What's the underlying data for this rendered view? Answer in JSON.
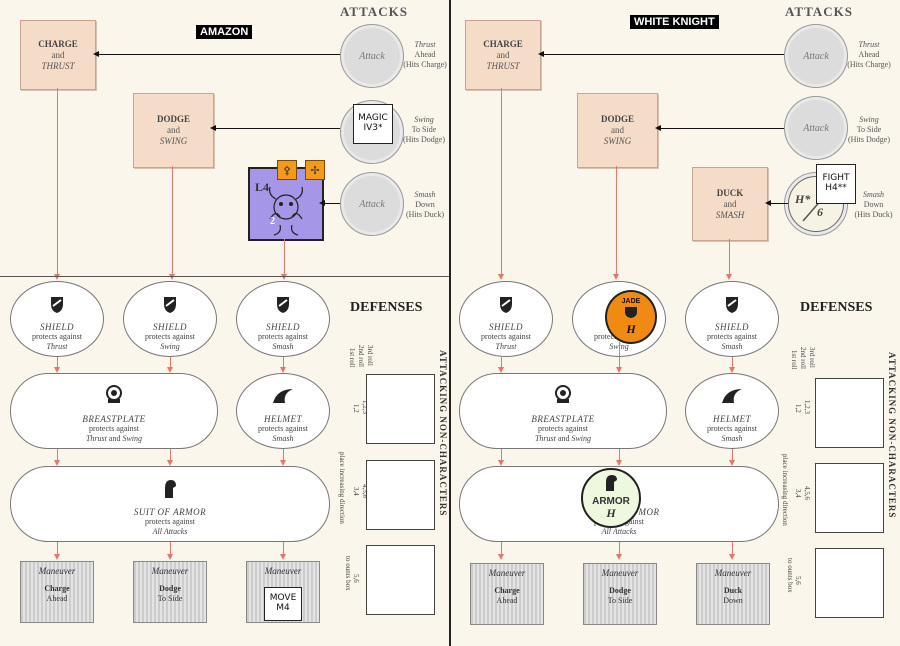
{
  "amazon": {
    "side_label": "AMAZON",
    "attacks_title": "ATTACKS",
    "defenses_title": "DEFENSES",
    "attacking_title": "ATTACKING NON-CHARACTERS",
    "box_charge": {
      "top": "CHARGE",
      "mid": "and",
      "bot": "THRUST"
    },
    "box_dodge": {
      "top": "DODGE",
      "mid": "and",
      "bot": "SWING"
    },
    "attack1": {
      "label": "Attack",
      "desc1": "Thrust",
      "desc2": "Ahead",
      "desc3": "(Hits Charge)"
    },
    "attack2": {
      "desc1": "Swing",
      "desc2": "To Side",
      "desc3": "(Hits Dodge)"
    },
    "attack3": {
      "label": "Attack",
      "desc1": "Smash",
      "desc2": "Down",
      "desc3": "(Hits Duck)"
    },
    "magic_counter": {
      "line1": "MAGIC",
      "line2": "IV3*"
    },
    "monster": {
      "label": "L4",
      "num": "2"
    },
    "shield1": {
      "name": "SHIELD",
      "prot": "protects against",
      "vs": "Thrust"
    },
    "shield2": {
      "name": "SHIELD",
      "prot": "protects against",
      "vs": "Swing"
    },
    "shield3": {
      "name": "SHIELD",
      "prot": "protects against",
      "vs": "Smash"
    },
    "breastplate": {
      "name": "BREASTPLATE",
      "prot": "protects against",
      "vs1": "Thrust",
      "and": "and",
      "vs2": "Swing"
    },
    "helmet": {
      "name": "HELMET",
      "prot": "protects against",
      "vs": "Smash"
    },
    "armor": {
      "name": "SUIT OF ARMOR",
      "prot": "protects against",
      "vs": "All Attacks"
    },
    "rolls": {
      "r1": "1st roll",
      "r2": "2nd roll",
      "r3": "3rd roll",
      "a": "1,2",
      "b": "1,2,3",
      "c": "3,4",
      "d": "4,5,6",
      "e": "5,6",
      "place": "place increasing direction",
      "to": "to ounts box"
    },
    "man1": {
      "title": "Maneuver",
      "a1": "Charge",
      "a2": "Ahead"
    },
    "man2": {
      "title": "Maneuver",
      "a1": "Dodge",
      "a2": "To Side"
    },
    "man3": {
      "title": "Maneuver"
    },
    "move_counter": {
      "line1": "MOVE",
      "line2": "M4"
    }
  },
  "knight": {
    "side_label": "WHITE KNIGHT",
    "attacks_title": "ATTACKS",
    "defenses_title": "DEFENSES",
    "attacking_title": "ATTACKING NON-CHARACTERS",
    "box_charge": {
      "top": "CHARGE",
      "mid": "and",
      "bot": "THRUST"
    },
    "box_dodge": {
      "top": "DODGE",
      "mid": "and",
      "bot": "SWING"
    },
    "box_duck": {
      "top": "DUCK",
      "mid": "and",
      "bot": "SMASH"
    },
    "attack1": {
      "label": "Attack",
      "desc1": "Thrust",
      "desc2": "Ahead",
      "desc3": "(Hits Charge)"
    },
    "attack2": {
      "label": "Attack",
      "desc1": "Swing",
      "desc2": "To Side",
      "desc3": "(Hits Dodge)"
    },
    "attack3": {
      "desc1": "Smash",
      "desc2": "Down",
      "desc3": "(Hits Duck)"
    },
    "fight_counter": {
      "line1": "FIGHT",
      "line2": "H4**"
    },
    "weapon_chit": {
      "h": "H*",
      "n": "6"
    },
    "shield1": {
      "name": "SHIELD",
      "prot": "protects against",
      "vs": "Thrust"
    },
    "shield2": {
      "prot": "protects against",
      "vs": "Swing"
    },
    "jade_chit": {
      "line1": "JADE",
      "line2": "H"
    },
    "shield3": {
      "name": "SHIELD",
      "prot": "protects against",
      "vs": "Smash"
    },
    "breastplate": {
      "name": "BREASTPLATE",
      "prot": "protects against",
      "vs1": "Thrust",
      "and": "and",
      "vs2": "Swing"
    },
    "helmet": {
      "name": "HELMET",
      "prot": "protects against",
      "vs": "Smash"
    },
    "armor": {
      "name": "MOR",
      "prot": "protects against",
      "vs": "All Attacks"
    },
    "armor_chit": {
      "line1": "ARMOR",
      "line2": "H"
    },
    "rolls": {
      "r1": "1st roll",
      "r2": "2nd roll",
      "r3": "3rd roll",
      "a": "1,2",
      "b": "1,2,3",
      "c": "3,4",
      "d": "4,5,6",
      "e": "5,6",
      "place": "place increasing direction",
      "to": "to ounts box"
    },
    "man1": {
      "title": "Maneuver",
      "a1": "Charge",
      "a2": "Ahead"
    },
    "man2": {
      "title": "Maneuver",
      "a1": "Dodge",
      "a2": "To Side"
    },
    "man3": {
      "title": "Maneuver",
      "a1": "Duck",
      "a2": "Down"
    }
  }
}
